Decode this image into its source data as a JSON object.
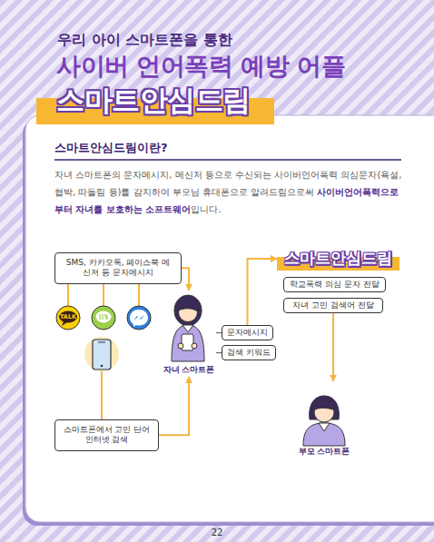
{
  "diagram": {
    "title": "사이버 언어폭력 예방 어플",
    "nodes": [
      {
        "text": [
          "SMS, 카카오톡, 페이스북 메신저 등 문자메시지"
        ]
      },
      {
        "text": [
          "스마트폰에서 고민 단어 인터넷 검색"
        ]
      },
      {
        "text": [
          "자녀 스마트폰"
        ]
      },
      {
        "text": [
          "문자메시지"
        ]
      },
      {
        "text": [
          "검색 키워드"
        ]
      },
      {
        "text": [
          "스마트안심드림"
        ]
      },
      {
        "text": [
          "학교폭력 의심 문자 전달"
        ]
      },
      {
        "text": [
          "자녀 고민 검색어 전달"
        ]
      },
      {
        "text": [
          "부모 스마트폰"
        ]
      }
    ],
    "edges": [
      {
        "from": 0,
        "to": 2,
        "arrow": "to"
      },
      {
        "from": 1,
        "to": 2,
        "arrow": "to"
      },
      {
        "from": 2,
        "to": 3,
        "arrow": "none"
      },
      {
        "from": 2,
        "to": 4,
        "arrow": "none"
      },
      {
        "from": 3,
        "to": 5,
        "arrow": "to"
      },
      {
        "from": 7,
        "to": 8,
        "arrow": "to"
      }
    ],
    "labels": [
      "우리 아이 스마트폰을 통한",
      "스마트안심드림",
      "스마트안심드림이란?",
      "자녀 스마트폰의 문자메시지, 메신저 등으로 수신되는 사이버언어폭력 의심문자(욕설, 협박, 따돌림 등)를 감지하여 부모님 휴대폰으로 알려드림으로써",
      "사이버언어폭력으로부터 자녀를 보호하는 소프트웨어",
      "입니다.",
      "TALK",
      "22"
    ]
  }
}
